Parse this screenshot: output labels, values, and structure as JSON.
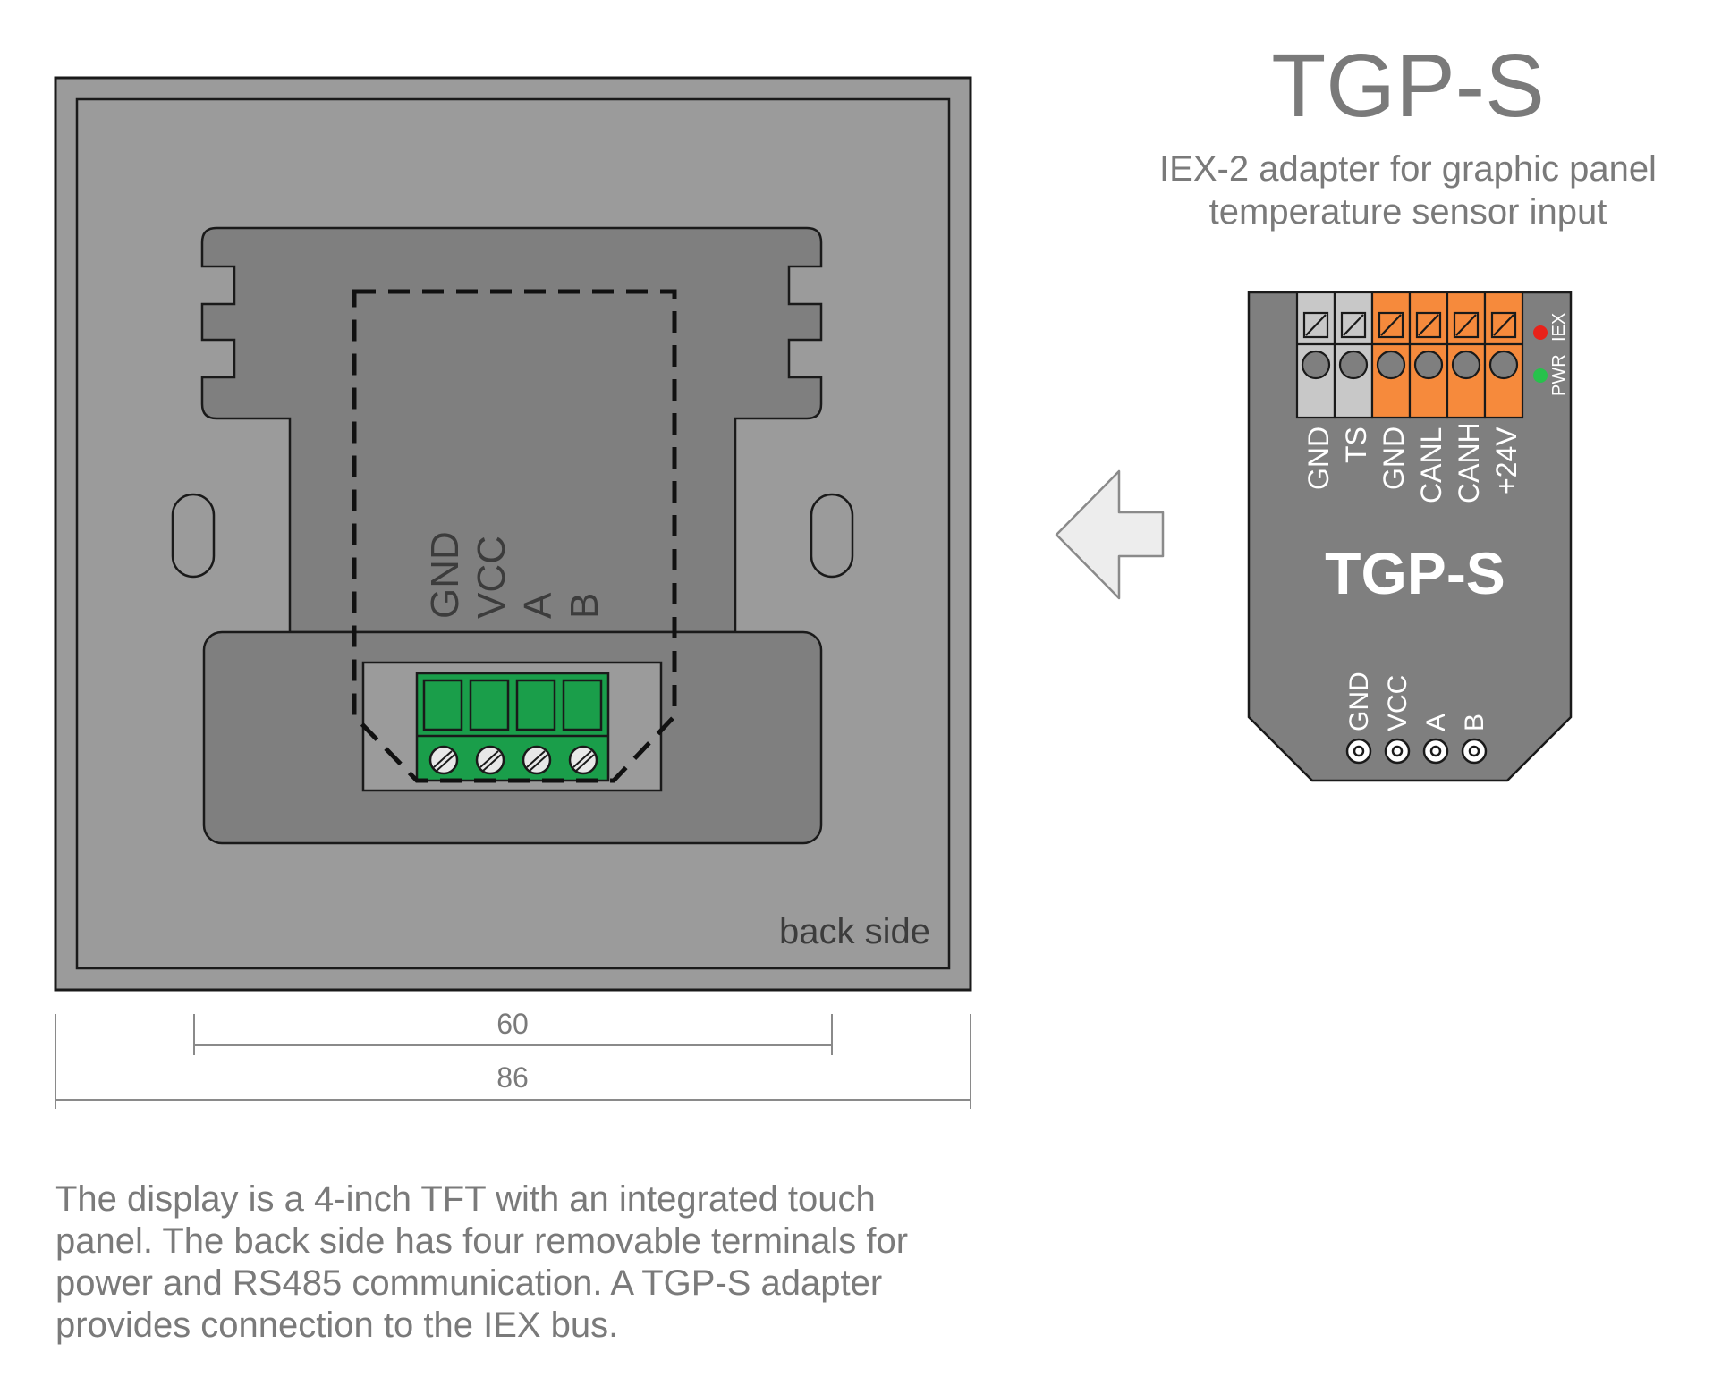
{
  "title": "TGP-S",
  "subtitle": {
    "line1": "IEX-2 adapter for graphic panel",
    "line2": "temperature sensor input"
  },
  "panel": {
    "side_label": "back side",
    "terminal_labels": [
      "GND",
      "VCC",
      "A",
      "B"
    ]
  },
  "dimensions": {
    "inner_mm": "60",
    "outer_mm": "86"
  },
  "adapter": {
    "name": "TGP-S",
    "top_terminals": [
      "GND",
      "TS",
      "GND",
      "CANL",
      "CANH",
      "+24V"
    ],
    "led_labels": [
      "IEX",
      "PWR"
    ],
    "bottom_pins": [
      "GND",
      "VCC",
      "A",
      "B"
    ]
  },
  "colors": {
    "panel_fill": "#9b9b9b",
    "module_fill": "#7f7f7f",
    "terminal_green": "#1a9e4a",
    "terminal_orange": "#f68a3c",
    "terminal_grey": "#c8c8c8",
    "led_red": "#e8221a",
    "led_green": "#27c24c",
    "text_grey": "#7a7a7a"
  },
  "description": [
    "The display is a 4-inch TFT with an integrated touch",
    "panel. The back side has four removable terminals for",
    "power and RS485 communication. A TGP-S adapter",
    "provides connection to the IEX bus."
  ]
}
